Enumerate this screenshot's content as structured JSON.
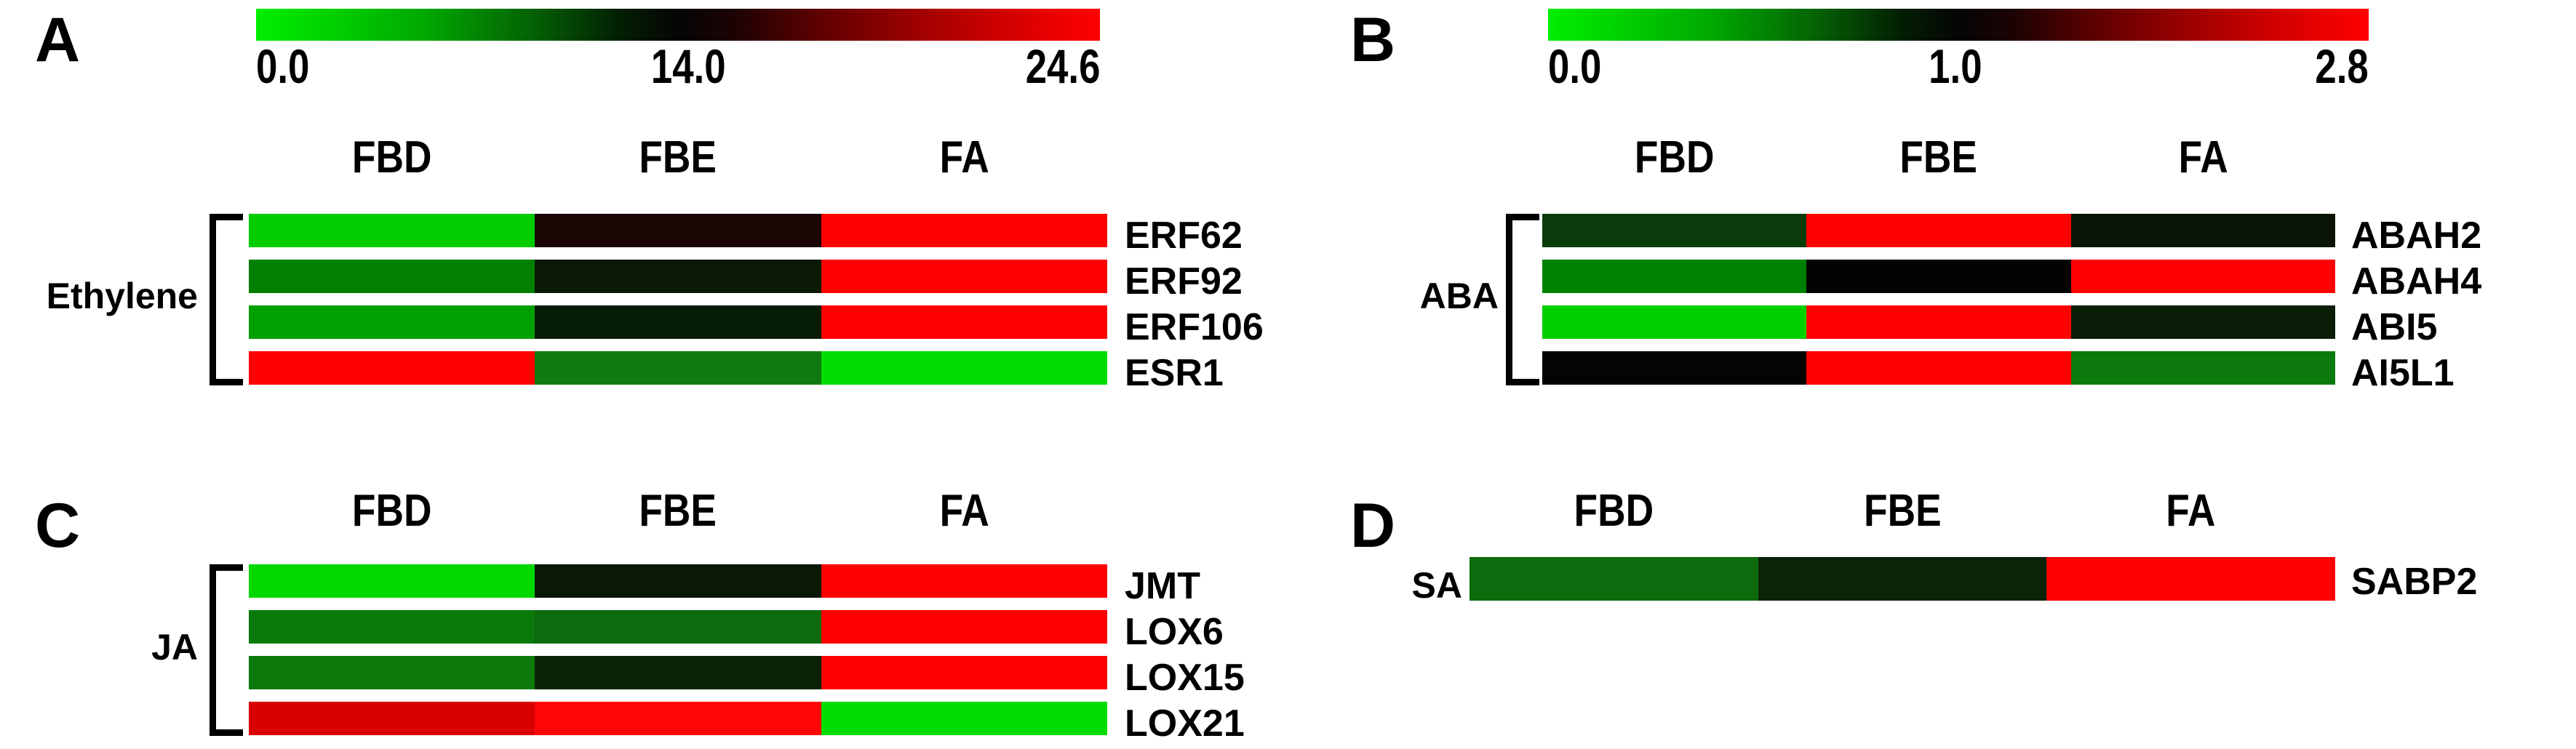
{
  "figure": {
    "background": "#ffffff",
    "columns": [
      "FBD",
      "FBE",
      "FA"
    ]
  },
  "chart_data": {
    "type": "heatmap",
    "title": "",
    "xlabel": "",
    "ylabel": "",
    "grid": false,
    "legend_position": "top",
    "colormap": {
      "low_color": "#00ee00",
      "mid_color": "#000000",
      "high_color": "#ff0000",
      "description": "green-black-red"
    },
    "panels": [
      {
        "letter": "A",
        "group": "Ethylene",
        "categories": [
          "FBD",
          "FBE",
          "FA"
        ],
        "rows": [
          "ERF62",
          "ERF92",
          "ERF106",
          "ESR1"
        ],
        "colorbar": {
          "min": "0.0",
          "mid": "14.0",
          "max": "24.6",
          "min_value": 0.0,
          "mid_value": 14.0,
          "max_value": 24.6
        },
        "values": [
          [
            2.1,
            13.6,
            24.6
          ],
          [
            5.4,
            12.1,
            24.6
          ],
          [
            3.6,
            12.6,
            24.6
          ],
          [
            24.6,
            6.6,
            1.6
          ]
        ],
        "colors": [
          [
            "#00cc00",
            "#1a0404",
            "#ff0000"
          ],
          [
            "#007f00",
            "#0a1a06",
            "#ff0000"
          ],
          [
            "#00a000",
            "#071c06",
            "#ff0000"
          ],
          [
            "#ff0000",
            "#0f7a0f",
            "#00dd00"
          ]
        ]
      },
      {
        "letter": "B",
        "group": "ABA",
        "categories": [
          "FBD",
          "FBE",
          "FA"
        ],
        "rows": [
          "ABAH2",
          "ABAH4",
          "ABI5",
          "AI5L1"
        ],
        "colorbar": {
          "min": "0.0",
          "mid": "1.0",
          "max": "2.8",
          "min_value": 0.0,
          "mid_value": 1.0,
          "max_value": 2.8
        },
        "values": [
          [
            0.55,
            2.8,
            0.85
          ],
          [
            0.4,
            1.0,
            2.8
          ],
          [
            0.15,
            2.8,
            0.9
          ],
          [
            1.0,
            2.8,
            0.45
          ]
        ],
        "colors": [
          [
            "#0b3c0b",
            "#ff0000",
            "#0a1505"
          ],
          [
            "#008000",
            "#030303",
            "#ff0000"
          ],
          [
            "#00d000",
            "#ff0000",
            "#0a1d06"
          ],
          [
            "#050404",
            "#ff0000",
            "#0c7a0c"
          ]
        ]
      },
      {
        "letter": "C",
        "group": "JA",
        "categories": [
          "FBD",
          "FBE",
          "FA"
        ],
        "rows": [
          "JMT",
          "LOX6",
          "LOX15",
          "LOX21"
        ],
        "colorbar": {
          "min": "",
          "mid": "",
          "max": ""
        },
        "values": [
          [
            0.2,
            0.9,
            2.8
          ],
          [
            0.5,
            0.6,
            2.8
          ],
          [
            0.5,
            0.85,
            2.8
          ],
          [
            2.5,
            2.8,
            0.15
          ]
        ],
        "colors": [
          [
            "#00d800",
            "#0a1806",
            "#ff0000"
          ],
          [
            "#0a7a0a",
            "#0d6a0d",
            "#ff0000"
          ],
          [
            "#0b7a0b",
            "#0a2108",
            "#ff0000"
          ],
          [
            "#d90000",
            "#ff0606",
            "#00dd00"
          ]
        ]
      },
      {
        "letter": "D",
        "group": "SA",
        "categories": [
          "FBD",
          "FBE",
          "FA"
        ],
        "rows": [
          "SABP2"
        ],
        "colorbar": {
          "min": "",
          "mid": "",
          "max": ""
        },
        "values": [
          [
            0.55,
            0.85,
            2.8
          ]
        ],
        "colors": [
          [
            "#0d6b0d",
            "#0b2308",
            "#ff0000"
          ]
        ]
      }
    ]
  },
  "panels": {
    "a": {
      "letter": "A",
      "group_label": "Ethylene",
      "colorbar": {
        "min": "0.0",
        "mid": "14.0",
        "max": "24.6"
      },
      "columns": [
        "FBD",
        "FBE",
        "FA"
      ],
      "genes": [
        "ERF62",
        "ERF92",
        "ERF106",
        "ESR1"
      ]
    },
    "b": {
      "letter": "B",
      "group_label": "ABA",
      "colorbar": {
        "min": "0.0",
        "mid": "1.0",
        "max": "2.8"
      },
      "columns": [
        "FBD",
        "FBE",
        "FA"
      ],
      "genes": [
        "ABAH2",
        "ABAH4",
        "ABI5",
        "AI5L1"
      ]
    },
    "c": {
      "letter": "C",
      "group_label": "JA",
      "columns": [
        "FBD",
        "FBE",
        "FA"
      ],
      "genes": [
        "JMT",
        "LOX6",
        "LOX15",
        "LOX21"
      ]
    },
    "d": {
      "letter": "D",
      "group_label": "SA",
      "columns": [
        "FBD",
        "FBE",
        "FA"
      ],
      "genes": [
        "SABP2"
      ]
    }
  }
}
